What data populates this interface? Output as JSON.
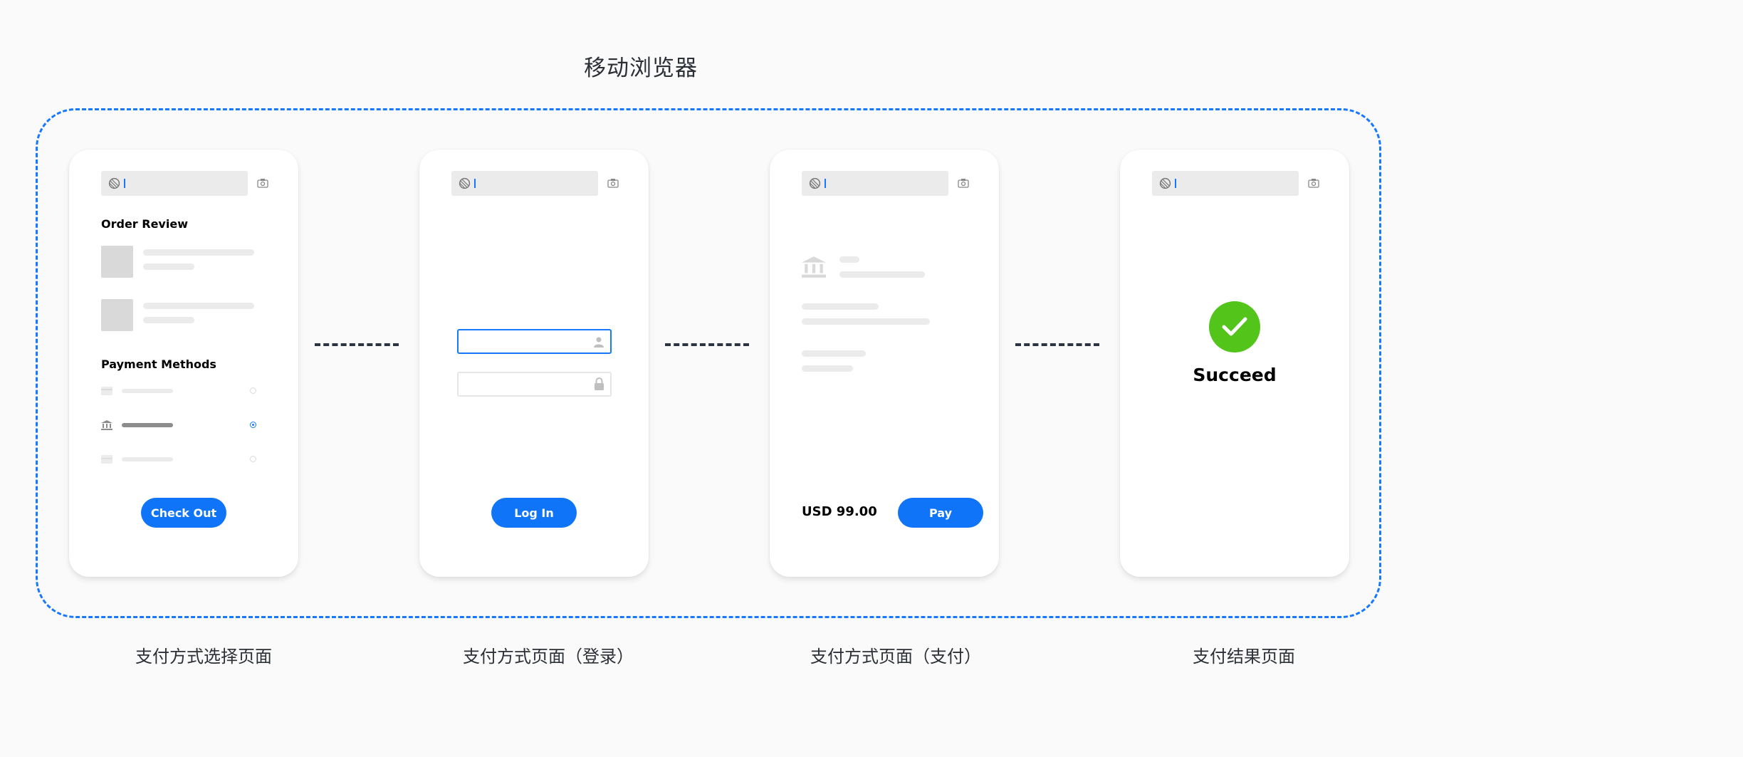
{
  "diagram": {
    "title": "移动浏览器",
    "colors": {
      "frame": "#1677ff",
      "button": "#0f74f7",
      "success": "#52c41a",
      "placeholder": "#ebebeb",
      "connector": "#2b3440"
    },
    "screens": [
      {
        "caption": "支付方式选择页面",
        "order_review_title": "Order Review",
        "payment_methods_title": "Payment Methods",
        "selected_method_index": 1,
        "button_label": "Check Out"
      },
      {
        "caption": "支付方式页面（登录）",
        "button_label": "Log In",
        "fields": [
          {
            "icon": "user-icon",
            "active": true
          },
          {
            "icon": "lock-icon",
            "active": false
          }
        ]
      },
      {
        "caption": "支付方式页面（支付）",
        "amount": "USD 99.00",
        "button_label": "Pay",
        "bank_icon": "bank-icon"
      },
      {
        "caption": "支付结果页面",
        "result_text": "Succeed",
        "result_icon": "check-circle-icon"
      }
    ],
    "icons": {
      "address_bar": "globe-icon",
      "camera": "camera-icon"
    }
  }
}
